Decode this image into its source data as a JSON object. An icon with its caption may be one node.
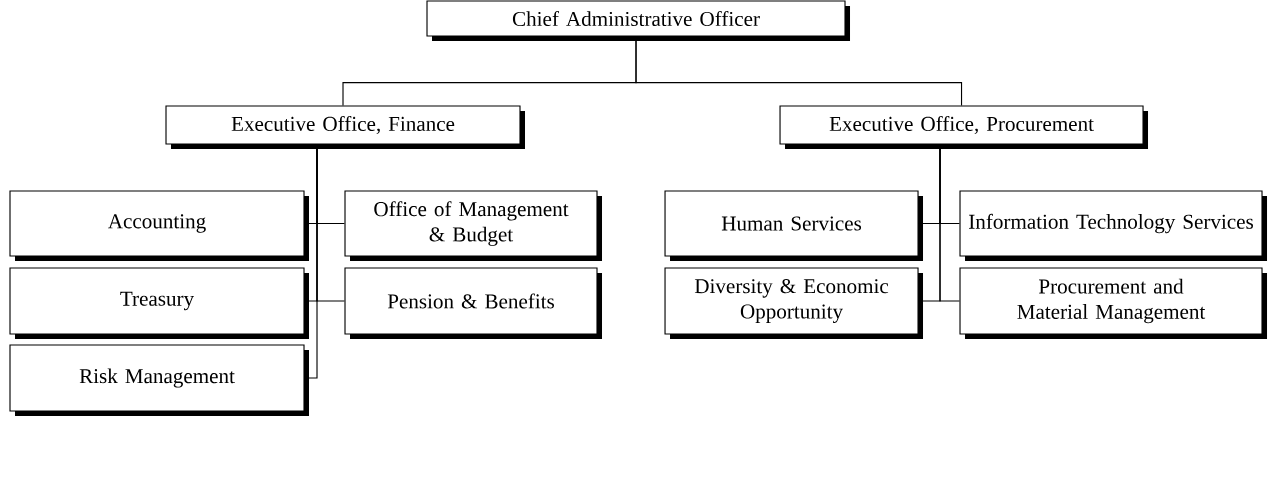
{
  "diagram": {
    "nodes": [
      {
        "text": [
          "Chief Administrative Officer"
        ]
      },
      {
        "text": [
          "Executive Office, Finance"
        ]
      },
      {
        "text": [
          "Executive Office, Procurement"
        ]
      },
      {
        "text": [
          "Accounting"
        ]
      },
      {
        "text": [
          "Office of Management & Budget"
        ]
      },
      {
        "text": [
          "Treasury"
        ]
      },
      {
        "text": [
          "Pension & Benefits"
        ]
      },
      {
        "text": [
          "Risk Management"
        ]
      },
      {
        "text": [
          "Human Services"
        ]
      },
      {
        "text": [
          "Information Technology Services"
        ]
      },
      {
        "text": [
          "Diversity & Economic Opportunity"
        ]
      },
      {
        "text": [
          "Procurement and Material Management"
        ]
      }
    ],
    "edges": [
      {
        "from": 0,
        "to": 1,
        "arrow": "none"
      },
      {
        "from": 0,
        "to": 2,
        "arrow": "none"
      },
      {
        "from": 1,
        "to": 3,
        "arrow": "none"
      },
      {
        "from": 1,
        "to": 4,
        "arrow": "none"
      },
      {
        "from": 1,
        "to": 5,
        "arrow": "none"
      },
      {
        "from": 1,
        "to": 6,
        "arrow": "none"
      },
      {
        "from": 1,
        "to": 7,
        "arrow": "none"
      },
      {
        "from": 2,
        "to": 8,
        "arrow": "none"
      },
      {
        "from": 2,
        "to": 9,
        "arrow": "none"
      },
      {
        "from": 2,
        "to": 10,
        "arrow": "none"
      },
      {
        "from": 2,
        "to": 11,
        "arrow": "none"
      }
    ]
  }
}
